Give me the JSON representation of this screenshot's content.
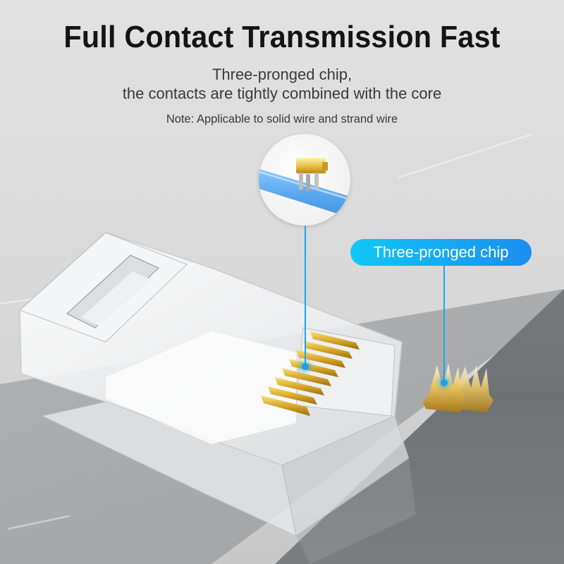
{
  "header": {
    "title": "Full Contact Transmission Fast",
    "subtitle_line1": "Three-pronged chip,",
    "subtitle_line2": "the contacts are tightly combined with the core",
    "note": "Note: Applicable to solid wire and strand wire"
  },
  "callout": {
    "label": "Three-pronged chip",
    "accent_start": "#10c8f5",
    "accent_end": "#1b8df0",
    "line_color": "#18a7ef"
  },
  "illustration": {
    "product": "rj45-connector-icon",
    "contact_count": 8,
    "contact_color": "#c9a227",
    "wire_color": "#5aa9f0"
  }
}
